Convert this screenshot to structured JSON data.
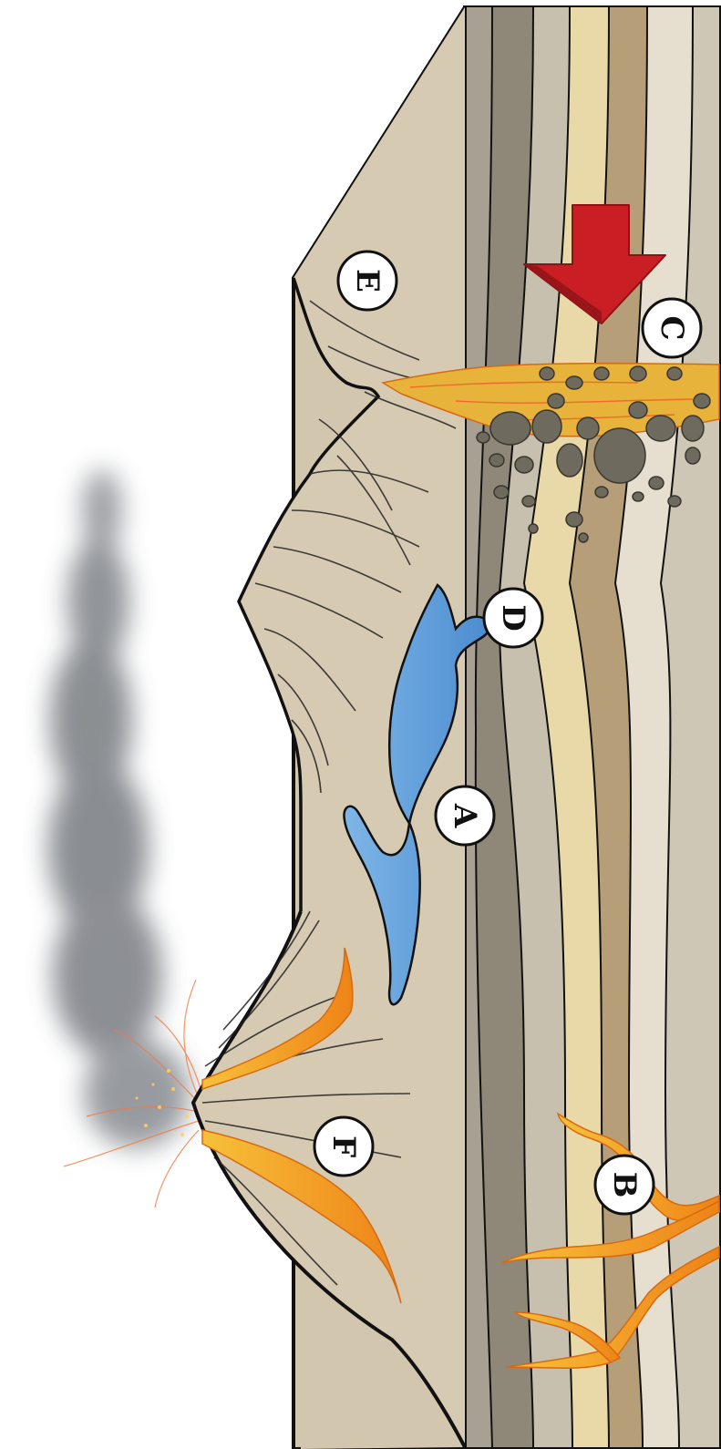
{
  "diagram": {
    "labels": [
      {
        "id": "a",
        "text": "A",
        "feature": "lake"
      },
      {
        "id": "b",
        "text": "B",
        "feature": "magma-intrusion"
      },
      {
        "id": "c",
        "text": "C",
        "feature": "compression-zone"
      },
      {
        "id": "d",
        "text": "D",
        "feature": "lake-outlet"
      },
      {
        "id": "e",
        "text": "E",
        "feature": "mountain-ridge"
      },
      {
        "id": "f",
        "text": "F",
        "feature": "volcano-lava"
      }
    ],
    "colors": {
      "rock_surface": "#d3c6ae",
      "rock_dark": "#8f8778",
      "rock_light": "#e6dfcf",
      "rock_tan": "#b59e78",
      "rock_cream": "#e9d9a8",
      "water": "#5b9ad6",
      "lava": "#f39a1e",
      "lava_light": "#ffd24a",
      "arrow": "#c91f24",
      "smoke": "#7e8287",
      "outline": "#111111"
    },
    "icons": [
      "compression-arrow-icon",
      "smoke-plume-icon"
    ]
  }
}
